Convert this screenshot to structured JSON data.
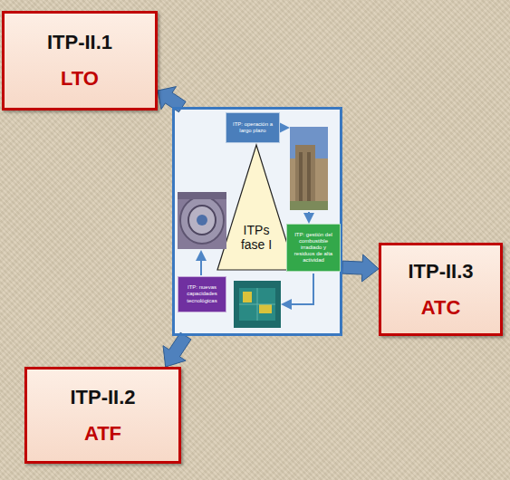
{
  "diagram": {
    "nodes": [
      {
        "text": [
          "ITP-II.1",
          "LTO"
        ]
      },
      {
        "text": [
          "ITPs fase I"
        ]
      },
      {
        "text": [
          "ITP: operación a largo plazo"
        ],
        "in": 1
      },
      {
        "text": [
          "ITP: gestión del combustible irradiado y residuos de alta actividad"
        ],
        "in": 1
      },
      {
        "text": [
          "ITP: nuevas capacidades tecnológicas"
        ],
        "in": 1
      },
      {
        "text": [
          "ITP-II.3",
          "ATC"
        ]
      },
      {
        "text": [
          "ITP-II.2",
          "ATF"
        ]
      }
    ],
    "edges": [
      {
        "from": 1,
        "to": 0,
        "arrow": "to"
      },
      {
        "from": 1,
        "to": 5,
        "arrow": "to"
      },
      {
        "from": 1,
        "to": 6,
        "arrow": "to"
      }
    ]
  }
}
